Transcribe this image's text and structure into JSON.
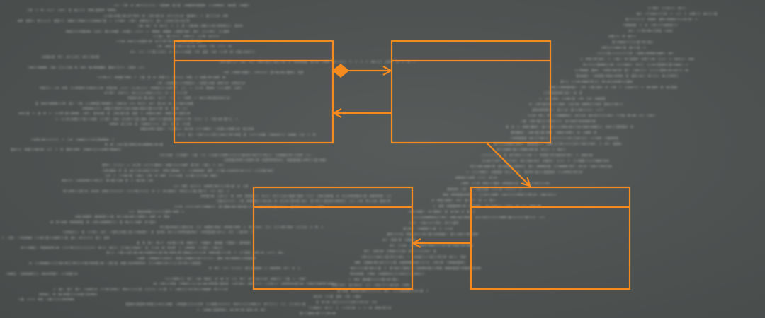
{
  "colors": {
    "background": "#4e5251",
    "accent": "#f58a1f",
    "code_text": "#d5d9d8"
  },
  "diagram": {
    "classes": [
      {
        "id": "class-top-left"
      },
      {
        "id": "class-top-right"
      },
      {
        "id": "class-bottom-left"
      },
      {
        "id": "class-bottom-right"
      }
    ],
    "relations": [
      {
        "from": "class-top-left",
        "to": "class-top-right",
        "kind": "composition"
      },
      {
        "from": "class-top-right",
        "to": "class-top-left",
        "kind": "association"
      },
      {
        "from": "class-top-right",
        "to": "class-bottom-right",
        "kind": "association"
      },
      {
        "from": "class-bottom-right",
        "to": "class-bottom-left",
        "kind": "association"
      }
    ]
  }
}
